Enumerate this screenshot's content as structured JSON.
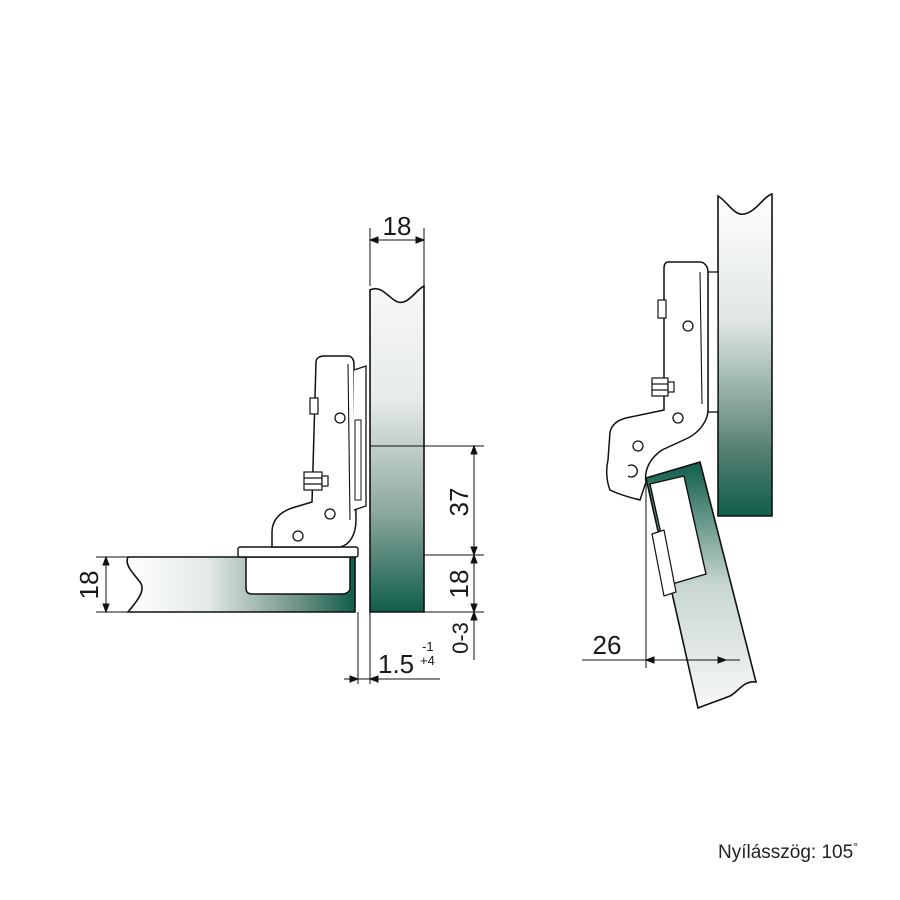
{
  "dimensions": {
    "panel_thickness": "18",
    "side_thickness": "18",
    "hinge_height": "37",
    "lower_offset": "18",
    "adjustment": "0-3",
    "overlay": "1.5",
    "overlay_tol_upper": "-1",
    "overlay_tol_lower": "+4",
    "door_clearance": "26"
  },
  "caption": {
    "label": "Nyílásszög: 105",
    "degree_symbol": "°"
  },
  "colors": {
    "panel_light": "#f2f4f3",
    "panel_dark": "#0f5e4a",
    "outline": "#111111"
  }
}
